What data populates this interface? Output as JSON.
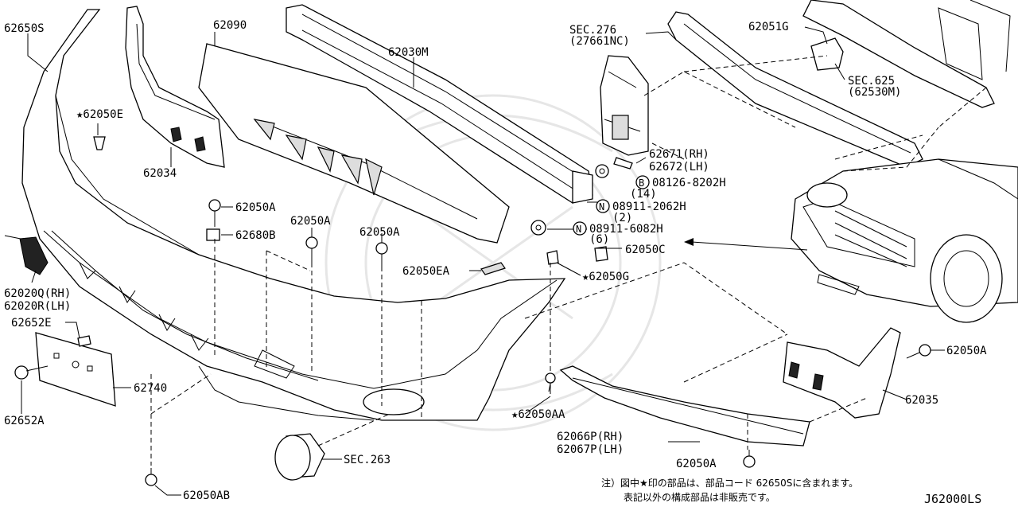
{
  "diagram_code": "J62000LS",
  "note": {
    "line1": "注）図中★印の部品は、部品コード 62650Sに含まれます。",
    "line2": "表記以外の構成部品は非販売です。"
  },
  "labels": {
    "p62650S": "62650S",
    "p62090": "62090",
    "p62030M": "62030M",
    "sec276_a": "SEC.276",
    "sec276_b": "(27661NC)",
    "p62051G": "62051G",
    "sec625_a": "SEC.625",
    "sec625_b": "(62530M)",
    "p62050E": "★62050E",
    "p62034": "62034",
    "p62671": "62671(RH)",
    "p62672": "62672(LH)",
    "b08126": "08126-8202H",
    "b08126_qty": "(14)",
    "n08911_2062": "08911-2062H",
    "n08911_2062_qty": "(2)",
    "n08911_6082": "08911-6082H",
    "n08911_6082_qty": "(6)",
    "b_mark": "B",
    "n_mark": "N",
    "p62050A_1": "62050A",
    "p62680B": "62680B",
    "p62050A_2": "62050A",
    "p62050A_3": "62050A",
    "p62050C": "62050C",
    "p62050EA": "62050EA",
    "p62050G": "★62050G",
    "p62020Q": "62020Q(RH)",
    "p62020R": "62020R(LH)",
    "p62652E": "62652E",
    "p62740": "62740",
    "p62652A": "62652A",
    "p62050A_4": "62050A",
    "p62035": "62035",
    "p62050AA": "★62050AA",
    "p62066P": "62066P(RH)",
    "p62067P": "62067P(LH)",
    "p62050A_5": "62050A",
    "sec263": "SEC.263",
    "p62050AB": "62050AB"
  }
}
